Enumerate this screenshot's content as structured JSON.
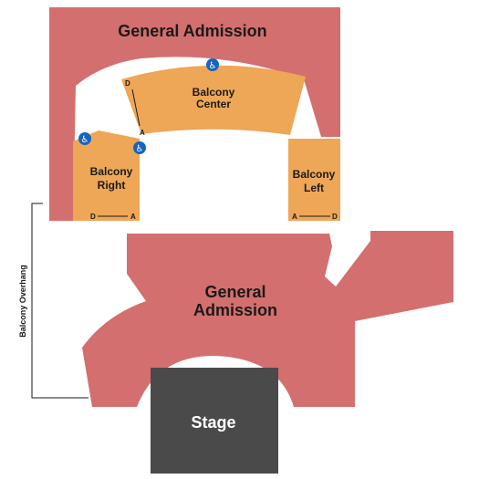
{
  "colors": {
    "general_admission": "#d46f6f",
    "balcony": "#eea657",
    "stage": "#4b4a4b",
    "accessible": "#1565c0"
  },
  "sections": {
    "ga_upper": {
      "label": "General Admission"
    },
    "balcony_center": {
      "label_line1": "Balcony",
      "label_line2": "Center",
      "row_start": "D",
      "row_end": "A"
    },
    "balcony_right": {
      "label_line1": "Balcony",
      "label_line2": "Right",
      "row_start": "D",
      "row_end": "A"
    },
    "balcony_left": {
      "label_line1": "Balcony",
      "label_line2": "Left",
      "row_start": "A",
      "row_end": "D"
    },
    "ga_lower": {
      "label_line1": "General",
      "label_line2": "Admission"
    },
    "stage": {
      "label": "Stage"
    }
  },
  "overhang": {
    "label": "Balcony Overhang"
  },
  "icons": [
    "wheelchair-icon",
    "wheelchair-icon",
    "wheelchair-icon"
  ]
}
